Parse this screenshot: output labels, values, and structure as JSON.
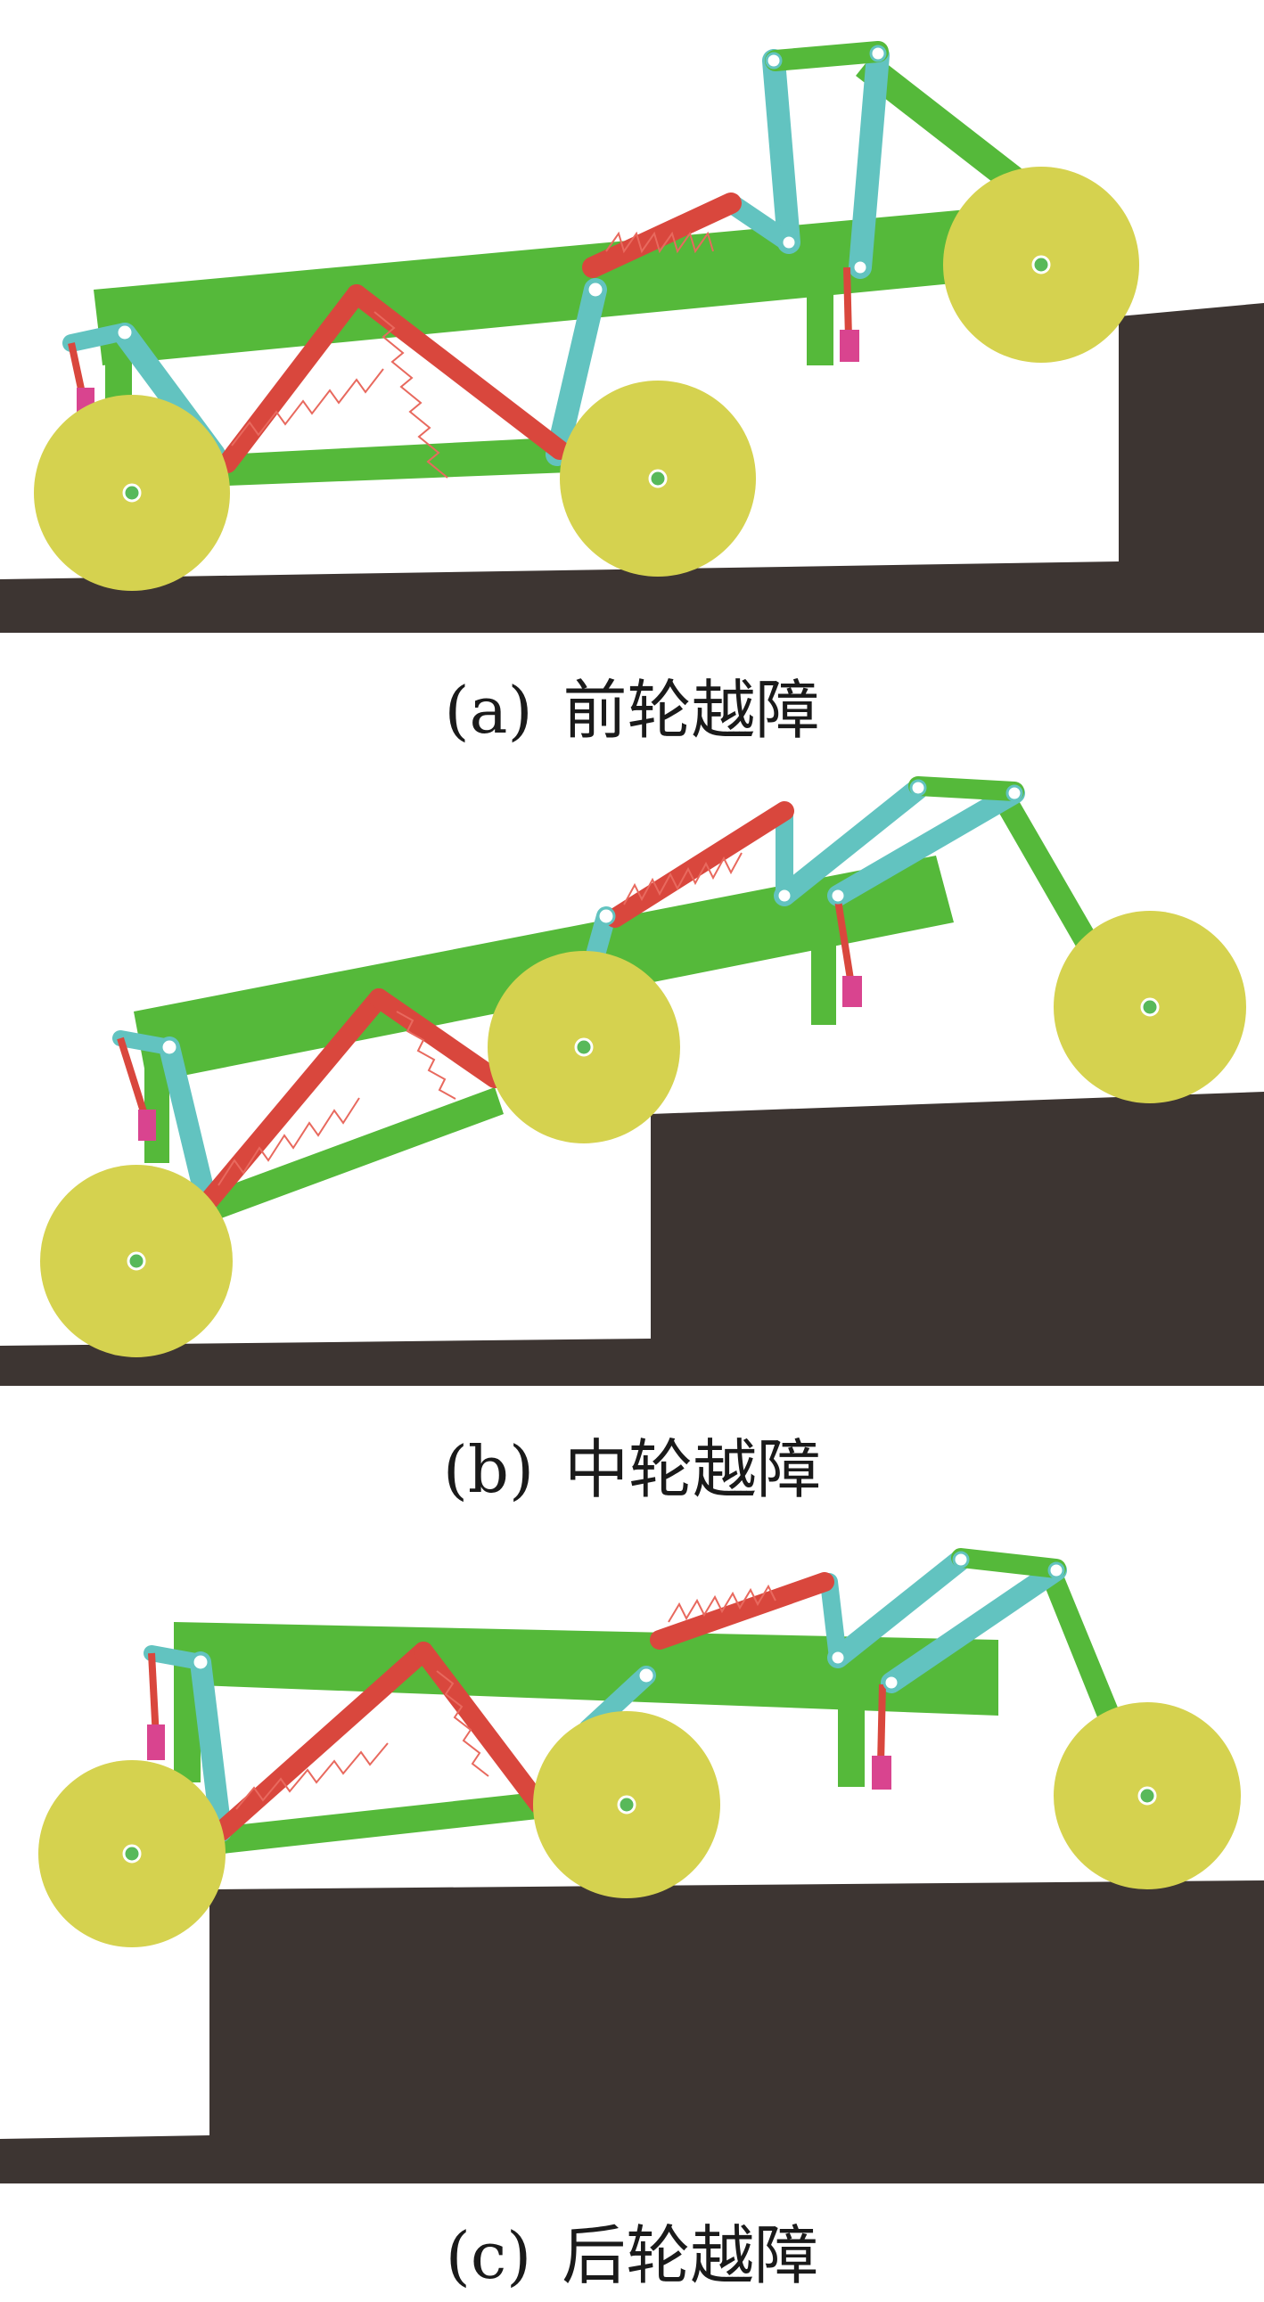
{
  "figure": {
    "panels": [
      {
        "label": "(a)",
        "title": "前轮越障"
      },
      {
        "label": "(b)",
        "title": "中轮越障"
      },
      {
        "label": "(c)",
        "title": "后轮越障"
      }
    ]
  },
  "colors": {
    "frame": "#55b93a",
    "link": "#62c3c0",
    "strut": "#d9473d",
    "spring_coil": "#e8695e",
    "damper": "#d9448f",
    "wheel": "#d5d24f",
    "hub": "#58b95a",
    "ground": "#3d3532"
  }
}
